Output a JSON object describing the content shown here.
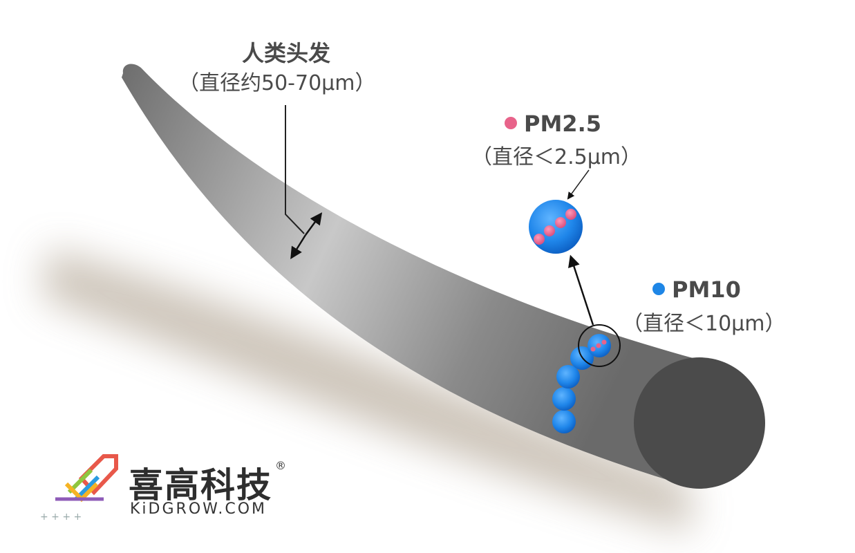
{
  "hair": {
    "title": "人类头发",
    "diameter": "（直径约50-70μm）"
  },
  "pm25": {
    "title": "PM2.5",
    "diameter": "（直径＜2.5μm）",
    "color": "#e8638a"
  },
  "pm10": {
    "title": "PM10",
    "diameter": "（直径＜10μm）",
    "color": "#1e86e6"
  },
  "brand": {
    "name": "喜高科技",
    "registered": "®",
    "url": "KiDGROW.COM"
  }
}
